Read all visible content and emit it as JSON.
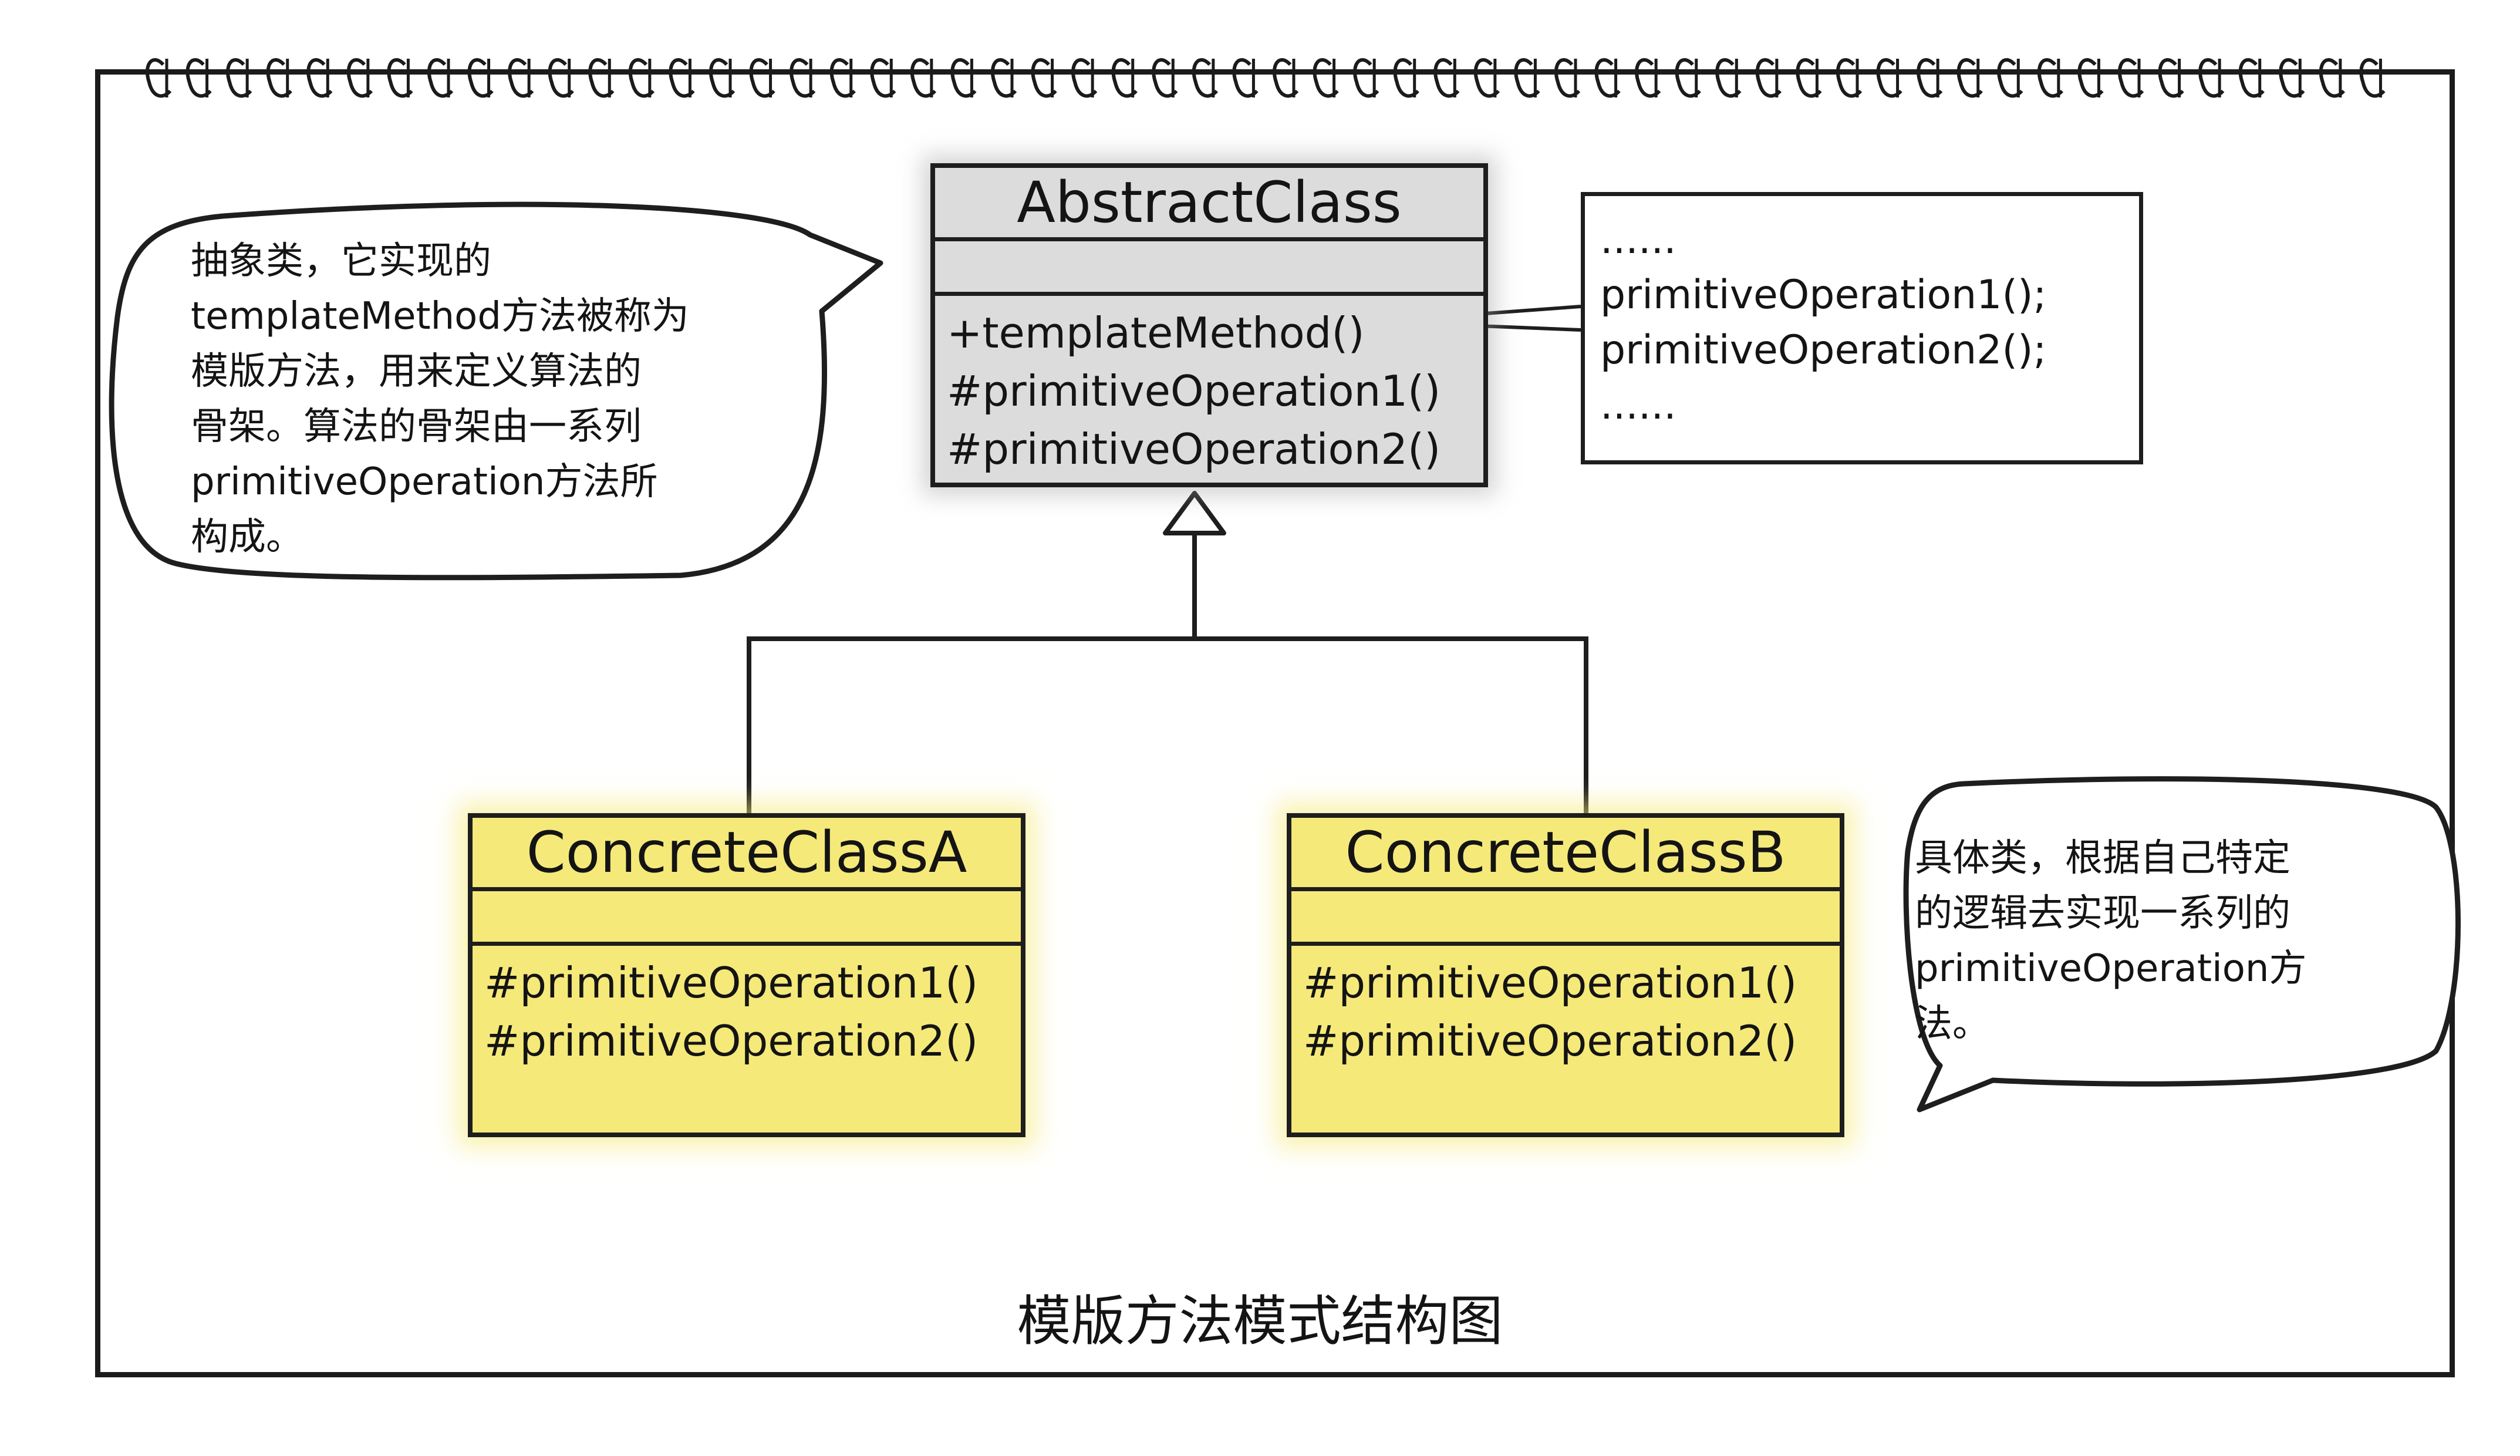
{
  "abstract_class": {
    "name": "AbstractClass",
    "operations": [
      "+templateMethod()",
      "#primitiveOperation1()",
      "#primitiveOperation2()"
    ]
  },
  "concrete_classes": [
    {
      "name": "ConcreteClassA",
      "operations": [
        "#primitiveOperation1()",
        "#primitiveOperation2()"
      ]
    },
    {
      "name": "ConcreteClassB",
      "operations": [
        "#primitiveOperation1()",
        "#primitiveOperation2()"
      ]
    }
  ],
  "template_method_note": [
    "......",
    "primitiveOperation1();",
    "primitiveOperation2();",
    "......"
  ],
  "callouts": {
    "abstract": [
      "抽象类，它实现的",
      "templateMethod方法被称为",
      "模版方法，用来定义算法的",
      "骨架。算法的骨架由一系列",
      "primitiveOperation方法所",
      "构成。"
    ],
    "concrete": [
      "具体类，根据自己特定",
      "的逻辑去实现一系列的",
      "primitiveOperation方",
      "法。"
    ]
  },
  "caption": "模版方法模式结构图",
  "colors": {
    "abstract_fill": "#dcdcdc",
    "concrete_fill": "#f5e97a",
    "ink": "#1e1e1e"
  },
  "icons": {
    "binding": "spiral-binding-icon",
    "inheritance": "hollow-triangle-arrow"
  }
}
